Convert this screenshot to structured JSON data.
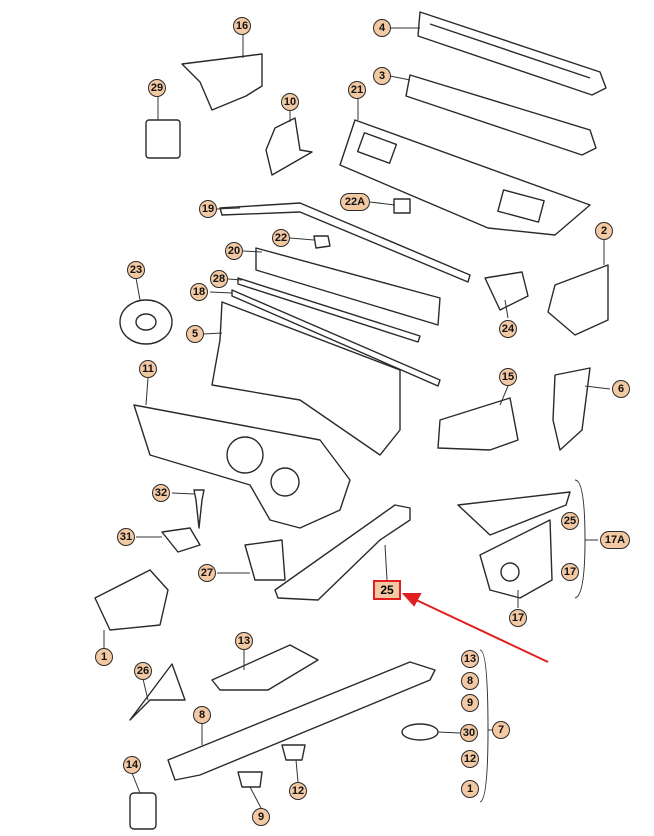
{
  "callouts": {
    "c4": "4",
    "c16": "16",
    "c3": "3",
    "c29": "29",
    "c21": "21",
    "c10": "10",
    "c22a": "22A",
    "c19": "19",
    "c2": "2",
    "c22": "22",
    "c20": "20",
    "c23": "23",
    "c28": "28",
    "c18": "18",
    "c24": "24",
    "c5": "5",
    "c11": "11",
    "c15": "15",
    "c6": "6",
    "c32": "32",
    "c31": "31",
    "c25a": "25",
    "c17a": "17A",
    "c27": "27",
    "c17a_sub": "17",
    "c17b": "17",
    "c25_highlight": "25",
    "c1": "1",
    "c13": "13",
    "c26": "26",
    "c8": "8",
    "c30": "30",
    "c7": "7",
    "c14": "14",
    "c12": "12",
    "c9": "9"
  },
  "group7_list": [
    "13",
    "8",
    "9",
    "30",
    "12",
    "1"
  ],
  "colors": {
    "badge_fill": "#f3c9a4",
    "outline": "#2a2a2a",
    "highlight": "#e02020",
    "line": "#333333"
  }
}
